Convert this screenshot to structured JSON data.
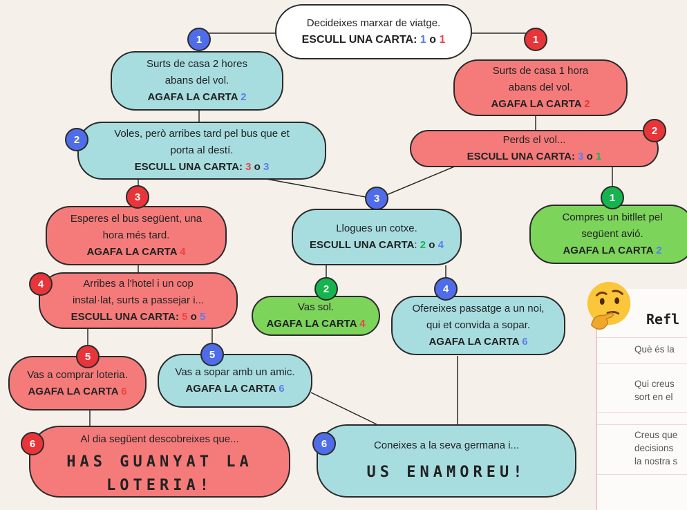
{
  "start": {
    "line1": "Decideixes marxar de viatge.",
    "line2_prefix": "ESCULL UNA CARTA: ",
    "opt_a": "1",
    "sep": " o ",
    "opt_b": "1"
  },
  "left1": {
    "badge": "1",
    "line1": "Surts de casa 2 hores",
    "line2": "abans del vol.",
    "action": "AGAFA LA CARTA ",
    "card": "2"
  },
  "right1": {
    "badge": "1",
    "line1": "Surts de casa 1 hora",
    "line2": "abans del vol.",
    "action": "AGAFA LA CARTA ",
    "card": "2"
  },
  "left2": {
    "badge": "2",
    "line1": "Voles, però arribes tard pel bus que et",
    "line2": "porta al destí.",
    "action": "ESCULL UNA CARTA: ",
    "opt_a": "3",
    "sep": " o ",
    "opt_b": "3"
  },
  "right2": {
    "badge": "2",
    "line1": "Perds el vol...",
    "action": "ESCULL UNA CARTA: ",
    "opt_a": "3",
    "sep": " o ",
    "opt_b": "1"
  },
  "left3": {
    "badge": "3",
    "line1": "Esperes el bus següent, una",
    "line2": "hora més tard.",
    "action": "AGAFA LA CARTA ",
    "card": "4"
  },
  "mid3": {
    "badge": "3",
    "line1": "Llogues un cotxe.",
    "action": "ESCULL UNA CARTA",
    "colon": ": ",
    "opt_a": "2",
    "sep": " o ",
    "opt_b": "4"
  },
  "right3": {
    "badge": "1",
    "line1": "Compres un bitllet pel",
    "line2": "següent avió.",
    "action": "AGAFA LA CARTA ",
    "card": "2"
  },
  "left4": {
    "badge": "4",
    "line1": "Arribes a l'hotel i un cop",
    "line2": "instal·lat, surts a passejar i...",
    "action": "ESCULL UNA CARTA:  ",
    "opt_a": "5",
    "sep": " o ",
    "opt_b": "5"
  },
  "mid4": {
    "badge": "2",
    "line1": "Vas sol.",
    "action": "AGAFA LA CARTA ",
    "card": "4"
  },
  "right4": {
    "badge": "4",
    "line1": "Ofereixes passatge a un noi,",
    "line2": "qui et convida a sopar.",
    "action": "AGAFA LA CARTA ",
    "card": "6"
  },
  "left5": {
    "badge": "5",
    "line1": "Vas a comprar loteria.",
    "action": "AGAFA LA CARTA ",
    "card": "6"
  },
  "mid5": {
    "badge": "5",
    "line1": "Vas a sopar amb un amic.",
    "action": "AGAFA LA CARTA ",
    "card": "6"
  },
  "end_left": {
    "badge": "6",
    "line1": "Al dia següent descobreixes que...",
    "big1": "HAS GUANYAT LA",
    "big2": "LOTERIA!"
  },
  "end_right": {
    "badge": "6",
    "line1": "Coneixes a la seva germana i...",
    "big1": "US ENAMOREU!"
  },
  "reflection": {
    "title": "Refl",
    "q1": "Què és la",
    "q2a": "Qui creus",
    "q2b": "sort en el",
    "q3a": "Creus que",
    "q3b": "decisions",
    "q3c": "la nostra s"
  },
  "colors": {
    "teal": "#a8dde0",
    "red": "#f57b7b",
    "green": "#7cd45a",
    "blue_badge": "#4f6de8",
    "red_badge": "#e8353a",
    "green_badge": "#16b44e"
  },
  "icons": {
    "thinking": "thinking-face-icon"
  }
}
